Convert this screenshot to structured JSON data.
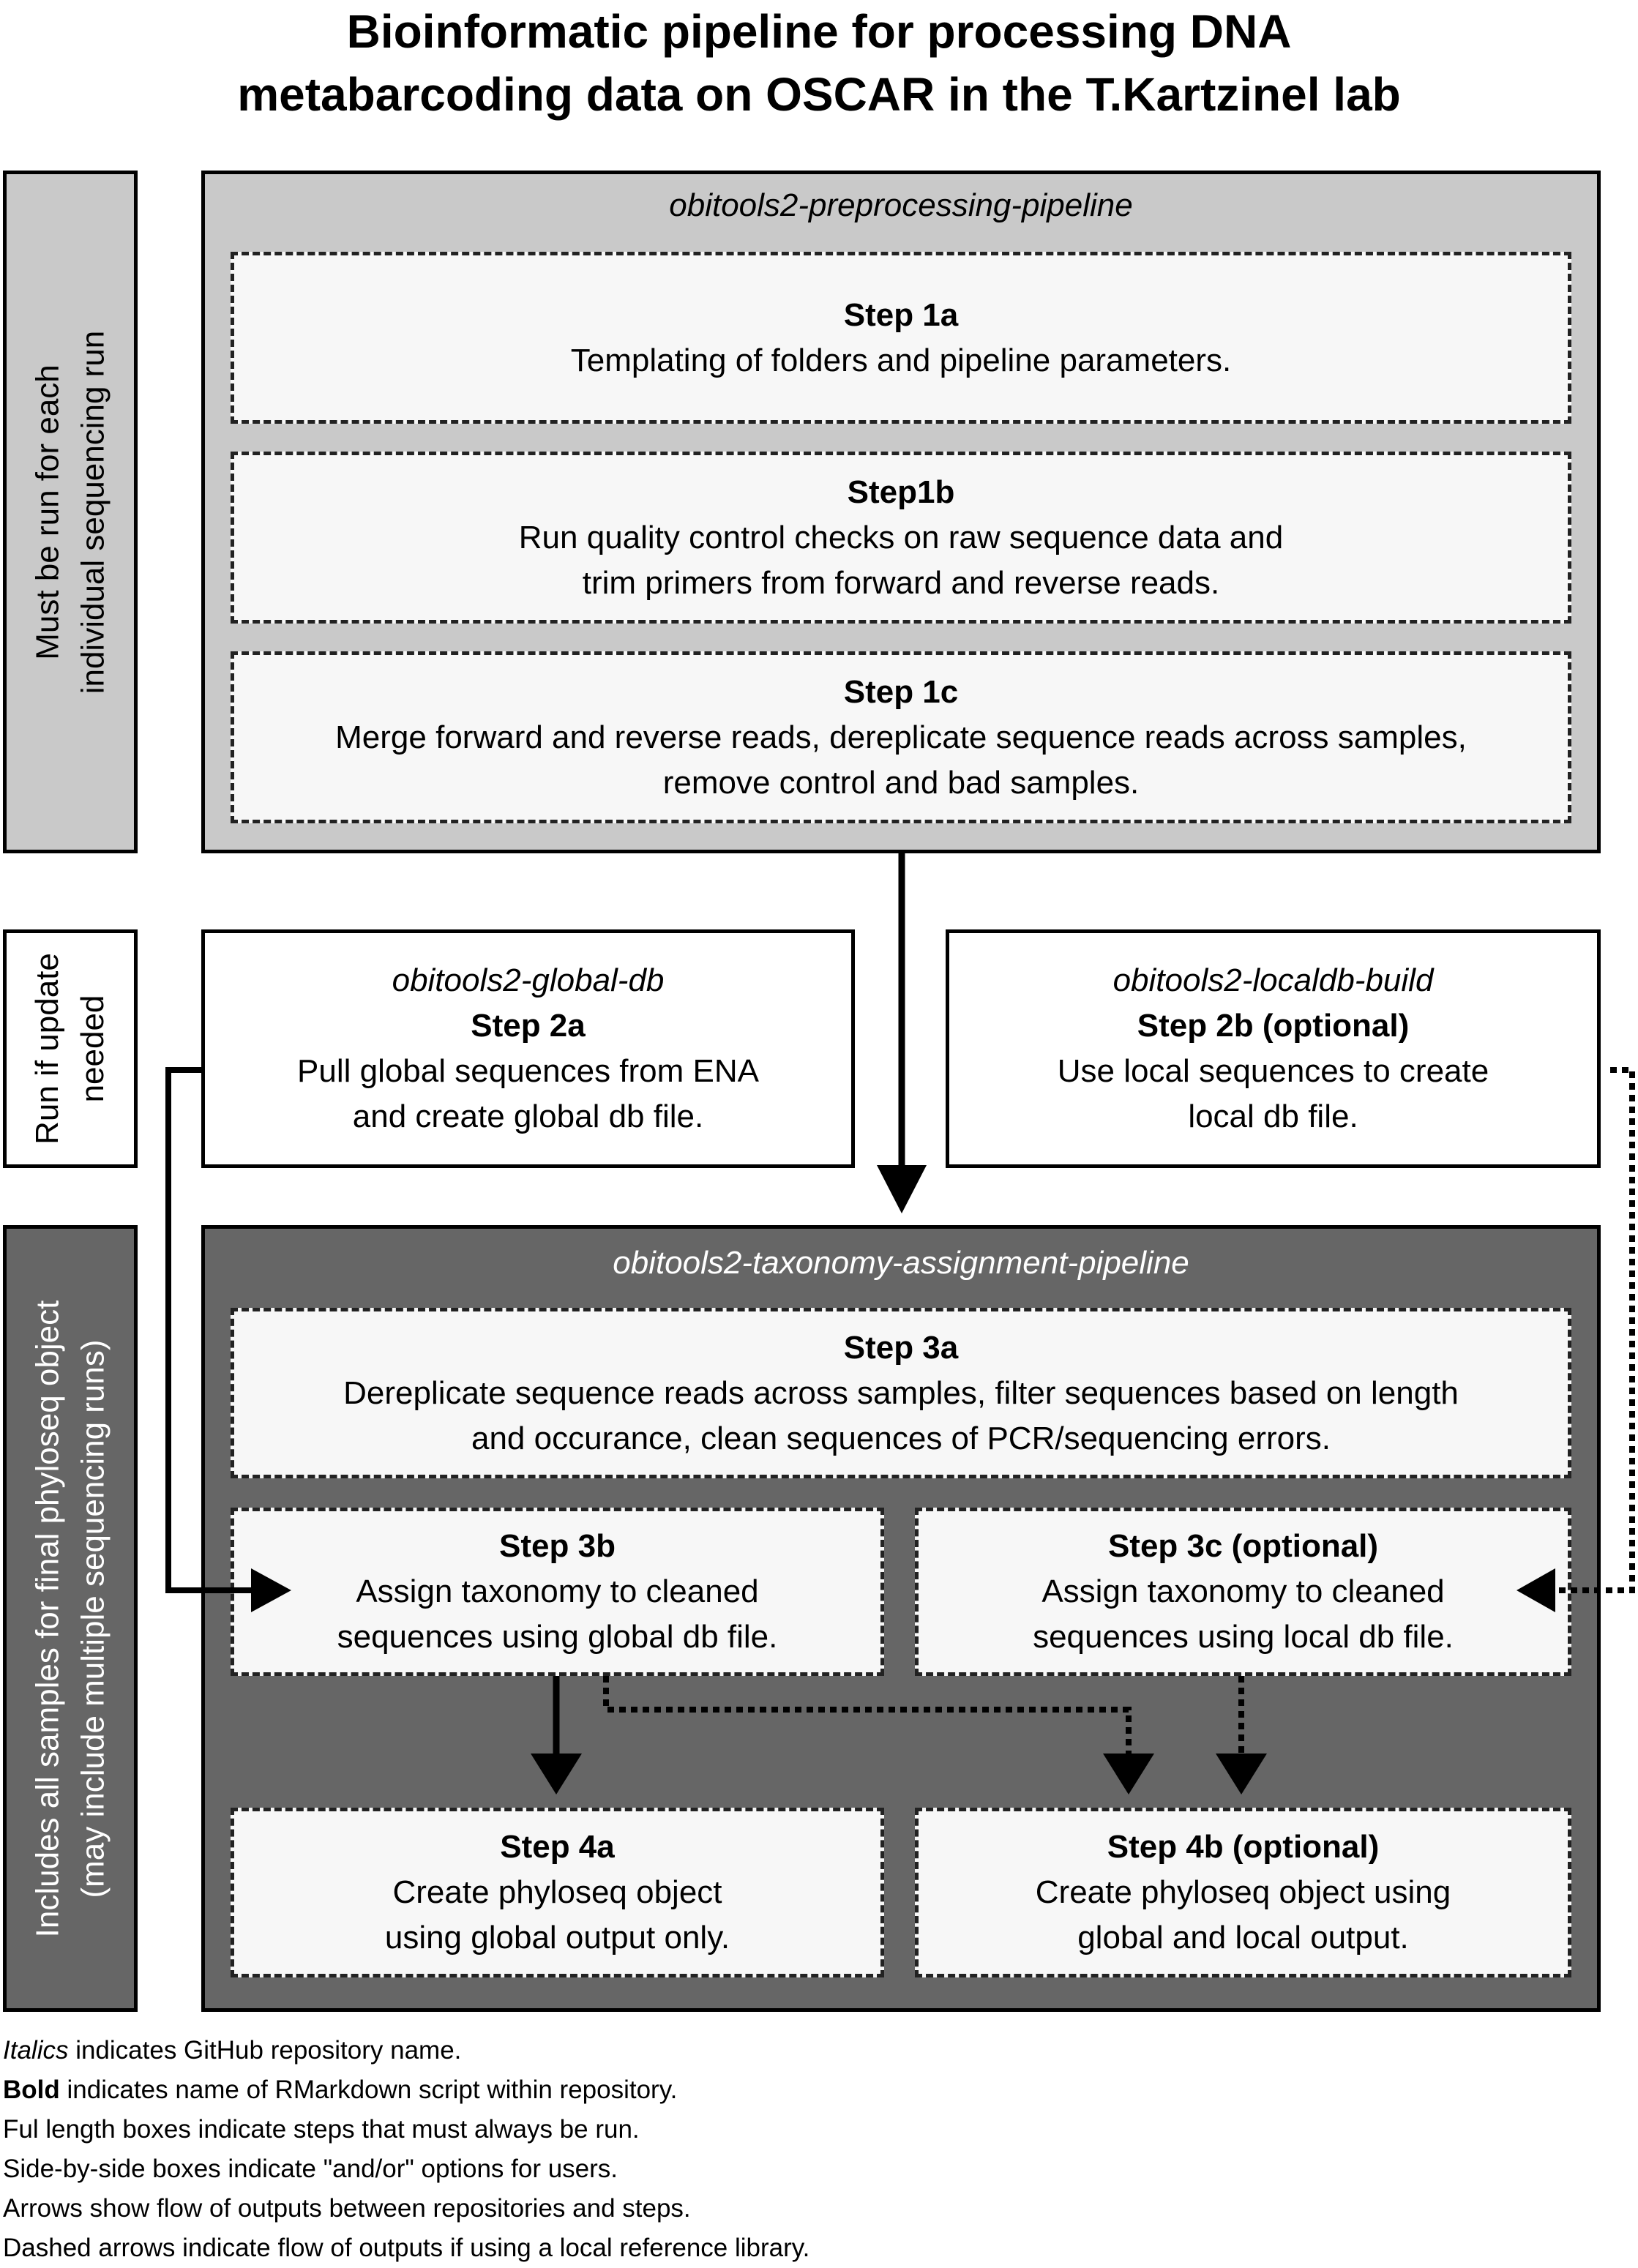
{
  "title": {
    "line1": "Bioinformatic pipeline for processing DNA",
    "line2": "metabarcoding data on OSCAR in the T.Kartzinel lab"
  },
  "side_labels": {
    "each_run": {
      "line1": "Must be run for each",
      "line2": "individual sequencing run"
    },
    "update": {
      "line1": "Run if update",
      "line2": "needed"
    },
    "all_samples": {
      "line1": "Includes all samples for final phyloseq object",
      "line2": "(may include multiple sequencing runs)"
    }
  },
  "preprocessing": {
    "repo": "obitools2-preprocessing-pipeline",
    "step1a": {
      "name": "Step 1a",
      "line1": "Templating of folders and pipeline parameters."
    },
    "step1b": {
      "name": "Step1b",
      "line1": "Run quality control checks on raw sequence data and",
      "line2": "trim primers from forward and reverse reads."
    },
    "step1c": {
      "name": "Step 1c",
      "line1": "Merge forward and reverse reads, dereplicate sequence reads across samples,",
      "line2": "remove control and bad samples."
    }
  },
  "global_db": {
    "repo": "obitools2-global-db",
    "name": "Step 2a",
    "line1": "Pull global sequences from ENA",
    "line2": "and create global db file."
  },
  "local_db": {
    "repo": "obitools2-localdb-build",
    "name": "Step 2b (optional)",
    "line1": "Use local sequences to create",
    "line2": "local db file."
  },
  "taxonomy": {
    "repo": "obitools2-taxonomy-assignment-pipeline",
    "step3a": {
      "name": "Step 3a",
      "line1": "Dereplicate sequence reads across samples, filter sequences based on length",
      "line2": "and occurance, clean sequences of PCR/sequencing errors."
    },
    "step3b": {
      "name": "Step 3b",
      "line1": "Assign taxonomy to cleaned",
      "line2": "sequences using global db file."
    },
    "step3c": {
      "name": "Step 3c (optional)",
      "line1": "Assign taxonomy to cleaned",
      "line2": "sequences using local db file."
    },
    "step4a": {
      "name": "Step 4a",
      "line1": "Create phyloseq object",
      "line2": "using global output only."
    },
    "step4b": {
      "name": "Step 4b (optional)",
      "line1": "Create phyloseq object using",
      "line2": "global and local output."
    }
  },
  "legend": {
    "line1_em": "Italics",
    "line1_rest": " indicates GitHub repository name.",
    "line2_em": "Bold",
    "line2_rest": " indicates name of RMarkdown script within repository.",
    "line3": "Ful length boxes indicate steps that must always be run.",
    "line4": "Side-by-side boxes indicate \"and/or\" options for users.",
    "line5": "Arrows show flow of outputs between repositories and steps.",
    "line6": "Dashed arrows indicate flow of outputs if using a local reference library."
  },
  "colors": {
    "preprocessing_panel": "#c9c9c9",
    "taxonomy_panel": "#666666",
    "step_box": "#f7f7f7",
    "taxonomy_repo_text": "#ffffff"
  }
}
